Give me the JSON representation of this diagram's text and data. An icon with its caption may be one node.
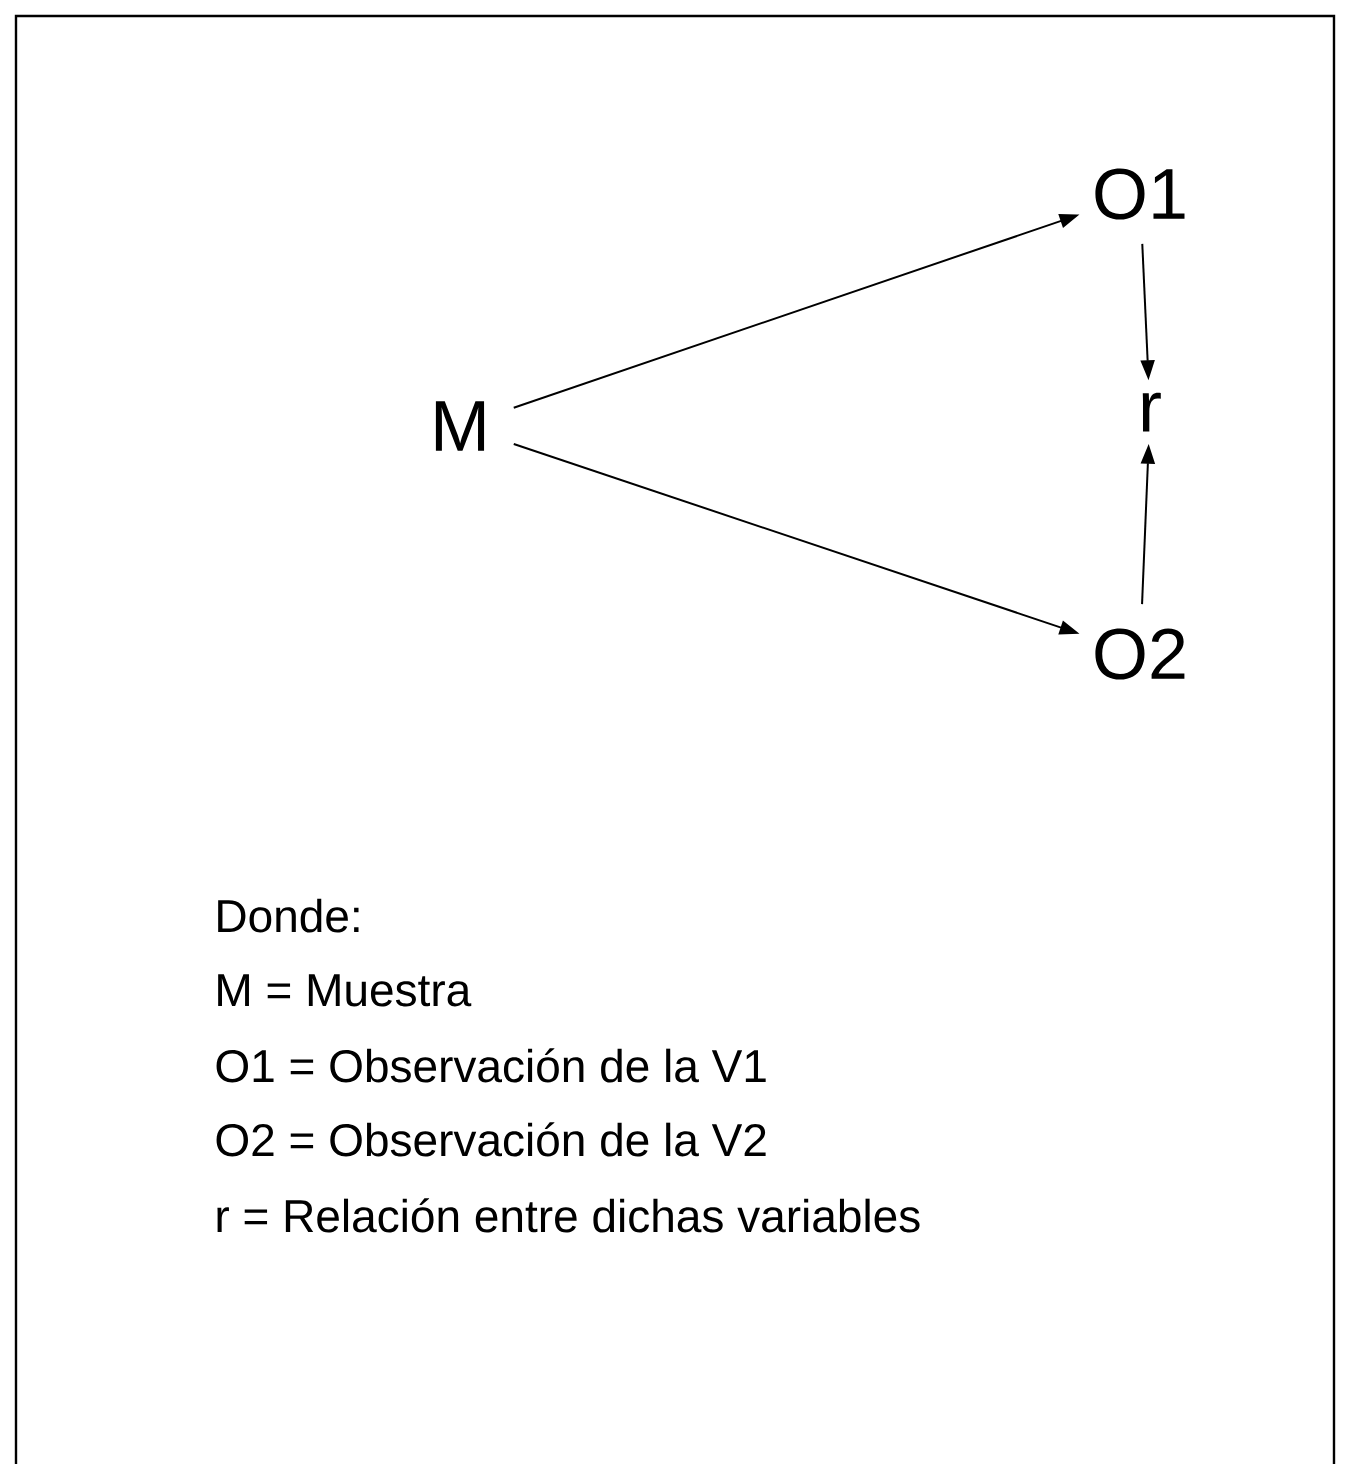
{
  "diagram": {
    "nodes": [
      {
        "text": [
          "M"
        ]
      },
      {
        "text": [
          "O1"
        ]
      },
      {
        "text": [
          "r"
        ]
      },
      {
        "text": [
          "O2"
        ]
      }
    ],
    "edges": [
      {
        "from": 0,
        "to": 1,
        "arrow": "to"
      },
      {
        "from": 0,
        "to": 3,
        "arrow": "to"
      },
      {
        "from": 1,
        "to": 2,
        "arrow": "to"
      },
      {
        "from": 3,
        "to": 2,
        "arrow": "to"
      }
    ],
    "labels": [
      "Donde:",
      "M = Muestra",
      "O1 = Observación de la V1",
      "O2 = Observación de la V2",
      "r = Relación entre dichas variables"
    ]
  }
}
